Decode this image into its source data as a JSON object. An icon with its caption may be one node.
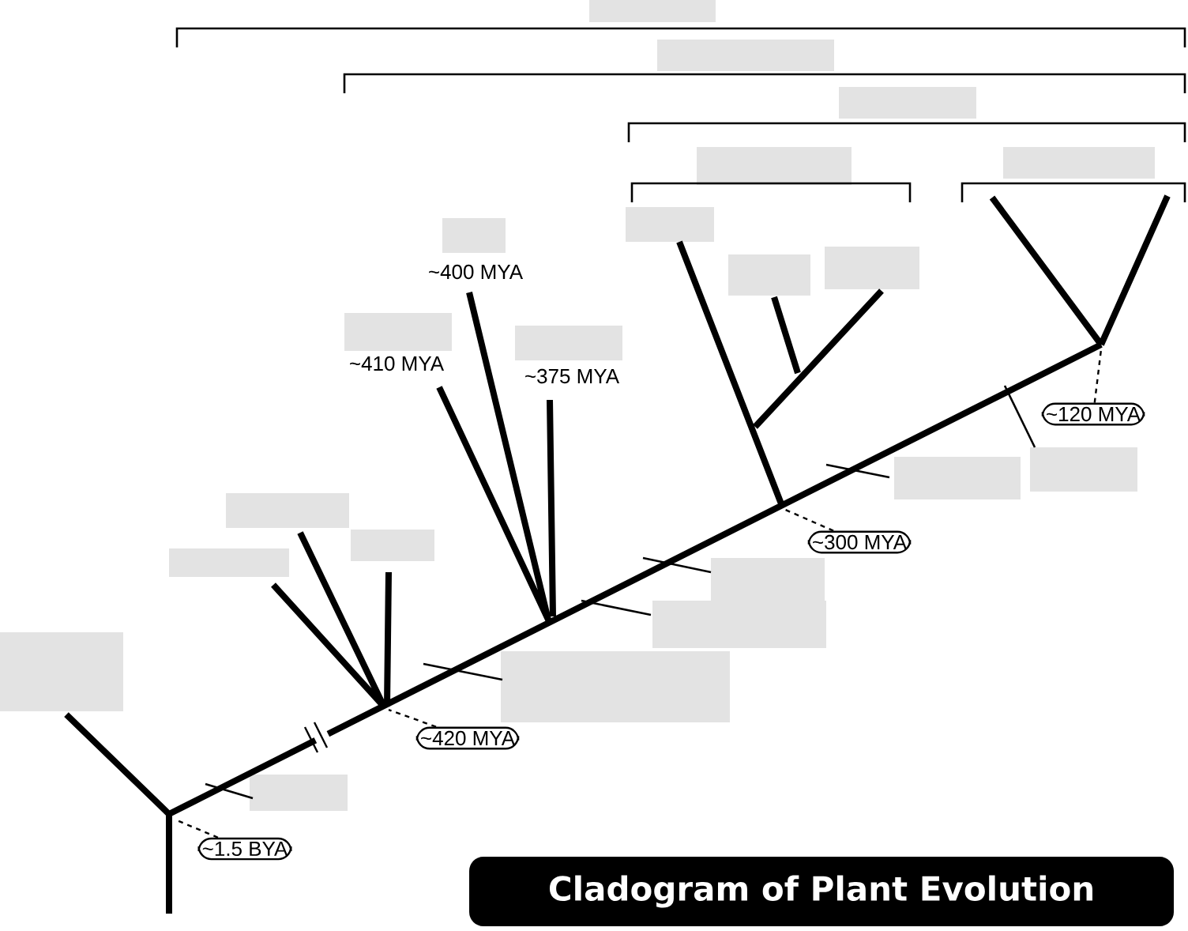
{
  "diagram": {
    "title": "Cladogram of Plant Evolution",
    "nodes": [
      {
        "text": [
          "~1.5 BYA"
        ]
      },
      {
        "text": [
          "~420 MYA"
        ]
      },
      {
        "text": [
          "~300 MYA"
        ]
      },
      {
        "text": [
          "~120 MYA"
        ]
      }
    ],
    "edges": [
      {
        "from": 0,
        "to": null,
        "arrow": "none",
        "style": "dashed"
      },
      {
        "from": 1,
        "to": null,
        "arrow": "none",
        "style": "dashed"
      },
      {
        "from": 2,
        "to": null,
        "arrow": "none",
        "style": "dashed"
      },
      {
        "from": 3,
        "to": null,
        "arrow": "none",
        "style": "dashed"
      }
    ],
    "labels": [
      "~400 MYA",
      "~410 MYA",
      "~375 MYA"
    ]
  }
}
